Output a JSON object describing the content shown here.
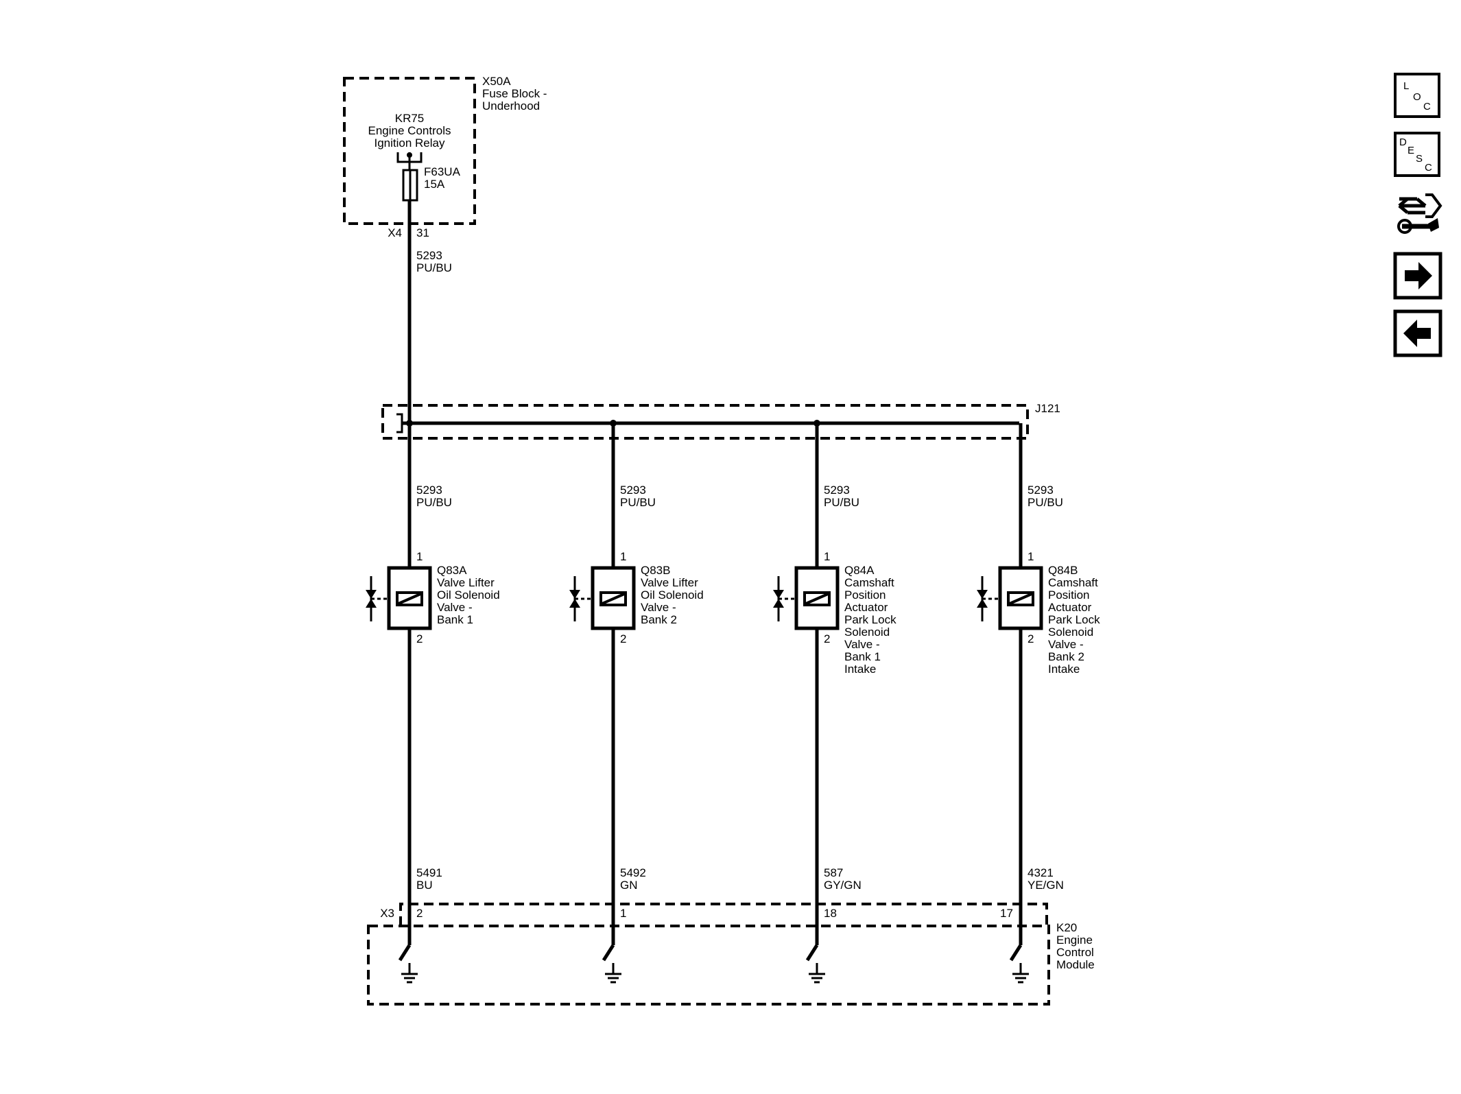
{
  "fuse_block": {
    "id": "X50A",
    "name_line1": "Fuse Block -",
    "name_line2": "Underhood",
    "relay_id": "KR75",
    "relay_line1": "Engine Controls",
    "relay_line2": "Ignition Relay",
    "fuse_id": "F63UA",
    "fuse_rating": "15A",
    "connector": "X4",
    "pin": "31"
  },
  "feed_wire": {
    "circuit": "5293",
    "color": "PU/BU"
  },
  "splice": {
    "id": "J121"
  },
  "branches": [
    {
      "wire_top": {
        "circuit": "5293",
        "color": "PU/BU"
      },
      "pin_top": "1",
      "pin_bottom": "2",
      "component_lines": [
        "Q83A",
        "Valve Lifter",
        "Oil Solenoid",
        "Valve -",
        "Bank 1"
      ],
      "wire_bottom": {
        "circuit": "5491",
        "color": "BU"
      },
      "ecm_pin": "2"
    },
    {
      "wire_top": {
        "circuit": "5293",
        "color": "PU/BU"
      },
      "pin_top": "1",
      "pin_bottom": "2",
      "component_lines": [
        "Q83B",
        "Valve Lifter",
        "Oil Solenoid",
        "Valve -",
        "Bank 2"
      ],
      "wire_bottom": {
        "circuit": "5492",
        "color": "GN"
      },
      "ecm_pin": "1"
    },
    {
      "wire_top": {
        "circuit": "5293",
        "color": "PU/BU"
      },
      "pin_top": "1",
      "pin_bottom": "2",
      "component_lines": [
        "Q84A",
        "Camshaft",
        "Position",
        "Actuator",
        "Park Lock",
        "Solenoid",
        "Valve -",
        "Bank 1",
        "Intake"
      ],
      "wire_bottom": {
        "circuit": "587",
        "color": "GY/GN"
      },
      "ecm_pin": "18"
    },
    {
      "wire_top": {
        "circuit": "5293",
        "color": "PU/BU"
      },
      "pin_top": "1",
      "pin_bottom": "2",
      "component_lines": [
        "Q84B",
        "Camshaft",
        "Position",
        "Actuator",
        "Park Lock",
        "Solenoid",
        "Valve -",
        "Bank 2",
        "Intake"
      ],
      "wire_bottom": {
        "circuit": "4321",
        "color": "YE/GN"
      },
      "ecm_pin": "17"
    }
  ],
  "ecm": {
    "connector": "X3",
    "id": "K20",
    "name_lines": [
      "Engine",
      "Control",
      "Module"
    ]
  },
  "nav": {
    "loc": {
      "l": "L",
      "o": "O",
      "c": "C"
    },
    "desc": {
      "d": "D",
      "e": "E",
      "s": "S",
      "c": "C"
    }
  }
}
